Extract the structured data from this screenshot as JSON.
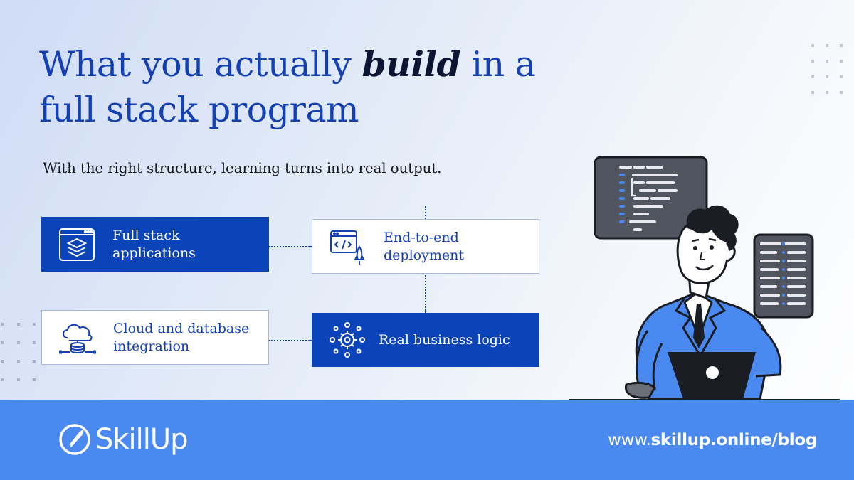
{
  "title": {
    "part1": "What you actually ",
    "emphasis": "build",
    "part2": " in a full stack program"
  },
  "subtitle": "With the right structure, learning turns into real output.",
  "cards": [
    {
      "line1": "Full stack",
      "line2": "applications",
      "icon": "layered-app-window-icon",
      "style": "dark"
    },
    {
      "line1": "End-to-end",
      "line2": "deployment",
      "icon": "code-window-rocket-icon",
      "style": "light"
    },
    {
      "line1": "Cloud and database",
      "line2": "integration",
      "icon": "cloud-database-icon",
      "style": "light"
    },
    {
      "line1": "Real business logic",
      "line2": "",
      "icon": "gear-network-icon",
      "style": "dark"
    }
  ],
  "footer": {
    "brand": "SkillUp",
    "brand_icon": "rocket-logo-icon",
    "url_prefix": "www.",
    "url_main": "skillup.online/blog"
  },
  "colors": {
    "brand_blue": "#1440b3",
    "card_dark": "#0b44b8",
    "footer_blue": "#4a8af0"
  }
}
